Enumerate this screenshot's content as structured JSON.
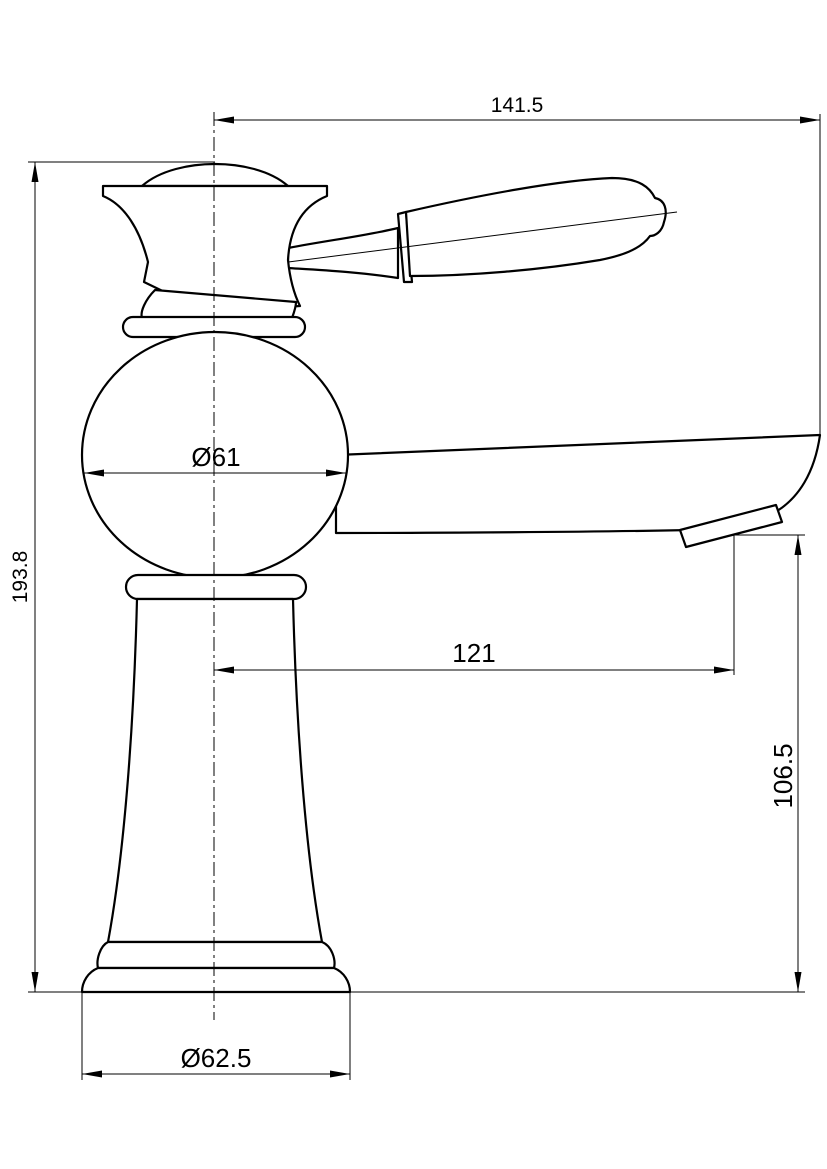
{
  "dimensions": {
    "total_width": "141.5",
    "total_height": "193.8",
    "body_diameter": "Ø61",
    "spout_reach": "121",
    "spout_height": "106.5",
    "base_diameter": "Ø62.5"
  },
  "colors": {
    "line": "#000000",
    "background": "#ffffff"
  }
}
